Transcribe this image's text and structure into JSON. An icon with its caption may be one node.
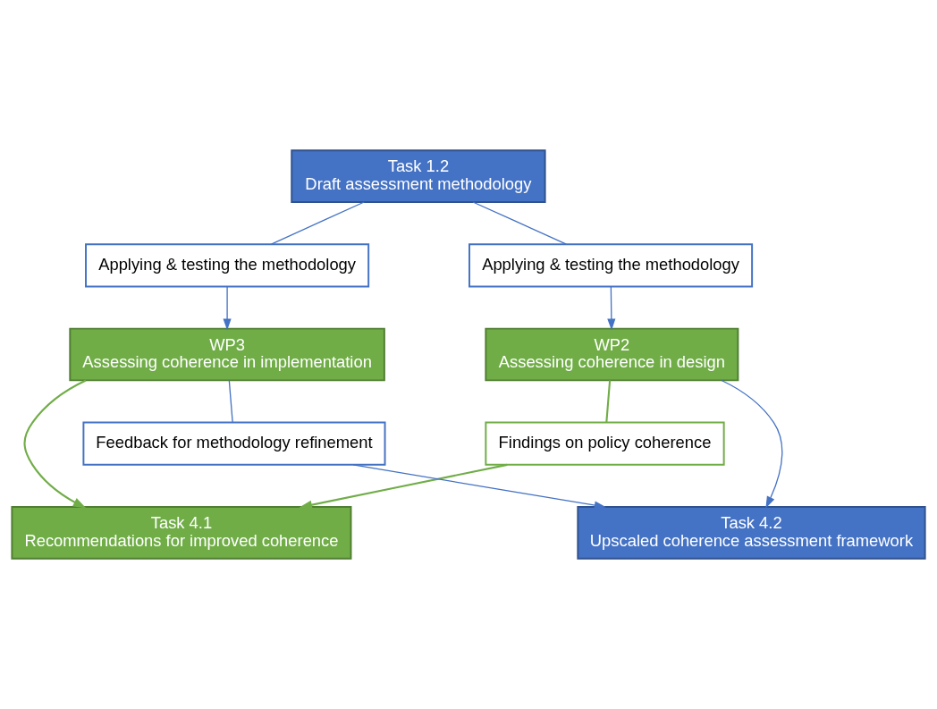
{
  "diagram": {
    "nodes": [
      {
        "text": [
          "Task 1.2",
          "Draft assessment methodology"
        ]
      },
      {
        "text": [
          "Applying & testing the methodology"
        ]
      },
      {
        "text": [
          "Applying & testing the methodology"
        ]
      },
      {
        "text": [
          "WP2",
          "Assessing coherence in design"
        ]
      },
      {
        "text": [
          "WP3",
          "Assessing coherence in implementation"
        ]
      },
      {
        "text": [
          "Findings on policy coherence"
        ]
      },
      {
        "text": [
          "Feedback for methodology refinement"
        ]
      },
      {
        "text": [
          "Task 4.1",
          "Recommendations for improved coherence"
        ]
      },
      {
        "text": [
          "Task 4.2",
          "Upscaled coherence assessment framework"
        ]
      }
    ],
    "edges": [
      {
        "from": 0,
        "to": 1,
        "arrow": "none"
      },
      {
        "from": 1,
        "to": 3,
        "arrow": "to"
      },
      {
        "from": 0,
        "to": 2,
        "arrow": "none"
      },
      {
        "from": 2,
        "to": 4,
        "arrow": "to"
      },
      {
        "from": 3,
        "to": 5,
        "arrow": "none",
        "color": "#70ad47"
      },
      {
        "from": 5,
        "to": 7,
        "arrow": "to",
        "color": "#70ad47"
      },
      {
        "from": 3,
        "to": 8,
        "arrow": "to"
      },
      {
        "from": 4,
        "to": 7,
        "arrow": "to",
        "color": "#70ad47"
      },
      {
        "from": 4,
        "to": 6,
        "arrow": "none"
      },
      {
        "from": 6,
        "to": 8,
        "arrow": "to"
      }
    ]
  }
}
